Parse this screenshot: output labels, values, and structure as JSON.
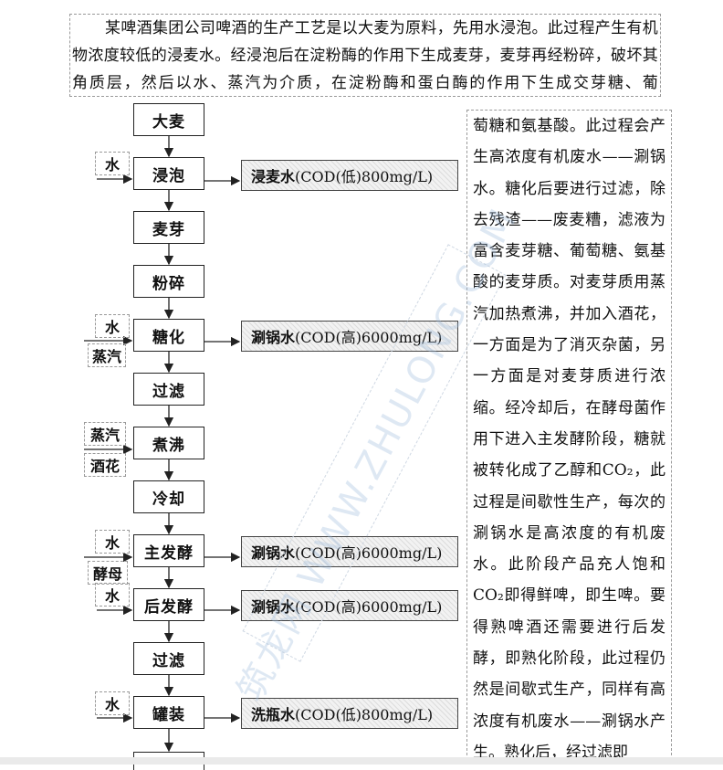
{
  "intro_text": "某啤酒集团公司啤酒的生产工艺是以大麦为原料，先用水浸泡。此过程产生有机物浓度较低的浸麦水。经浸泡后在淀粉酶的作用下生成麦芽，麦芽再经粉碎，破坏其角质层，然后以水、蒸汽为介质，在淀粉酶和蛋白酶的作用下生成交芽糖、葡",
  "side_text": "萄糖和氨基酸。此过程会产生高浓度有机废水——涮锅水。糖化后要进行过滤，除去残渣——废麦糟，滤液为富含麦芽糖、葡萄糖、氨基酸的麦芽质。对麦芽质用蒸汽加热煮沸，并加入酒花，一方面是为了消灭杂菌，另一方面是对麦芽质进行浓缩。经冷却后，在酵母菌作用下进入主发酵阶段，糖就被转化成了乙醇和CO₂，此过程是间歇性生产，每次的涮锅水是高浓度的有机废水。此阶段产品充人饱和CO₂即得鲜啤，即生啤。要得熟啤酒还需要进行后发酵，即熟化阶段，此过程仍然是间歇式生产，同样有高浓度有机废水——涮锅水产生。熟化后，经过滤即",
  "steps": [
    "大麦",
    "浸泡",
    "麦芽",
    "粉碎",
    "糖化",
    "过滤",
    "煮沸",
    "冷却",
    "主发酵",
    "后发酵",
    "过滤",
    "罐装"
  ],
  "inputs": {
    "soak_water": "水",
    "sacch_water": "水",
    "sacch_steam": "蒸汽",
    "boil_steam": "蒸汽",
    "boil_hops": "酒花",
    "ferm_water": "水",
    "ferm_yeast1": "酵母",
    "ferm_yeast2": "水",
    "can_water": "水"
  },
  "wastes": [
    {
      "name": "浸麦水",
      "value": "(COD(低)800mg/L)"
    },
    {
      "name": "涮锅水",
      "value": "(COD(高)6000mg/L)"
    },
    {
      "name": "涮锅水",
      "value": "(COD(高)6000mg/L)"
    },
    {
      "name": "涮锅水",
      "value": "(COD(高)6000mg/L)"
    },
    {
      "name": "洗瓶水",
      "value": "(COD(低)800mg/L)"
    }
  ],
  "watermark": "筑龙网 WWW.ZHULONG.COM",
  "colors": {
    "line": "#222222",
    "dashed_border": "#999999",
    "hatch": "#dcdcdc"
  }
}
